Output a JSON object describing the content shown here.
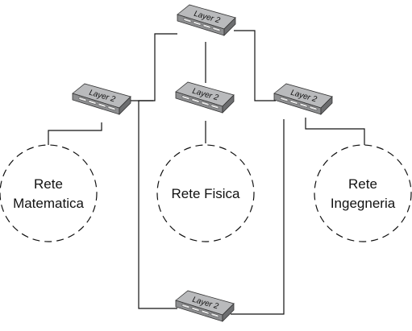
{
  "switches": [
    {
      "id": "sw-top",
      "label": "Layer 2"
    },
    {
      "id": "sw-left",
      "label": "Layer 2"
    },
    {
      "id": "sw-center",
      "label": "Layer 2"
    },
    {
      "id": "sw-right",
      "label": "Layer 2"
    },
    {
      "id": "sw-bottom",
      "label": "Layer 2"
    }
  ],
  "networks": [
    {
      "id": "net-matematica",
      "lines": [
        "Rete",
        "Matematica"
      ]
    },
    {
      "id": "net-fisica",
      "lines": [
        "Rete Fisica"
      ]
    },
    {
      "id": "net-ingegneria",
      "lines": [
        "Rete",
        "Ingegneria"
      ]
    }
  ],
  "colors": {
    "switch_top": "#b9babc",
    "switch_side": "#6d6e70",
    "switch_front": "#8e8f91",
    "line": "#111111"
  }
}
